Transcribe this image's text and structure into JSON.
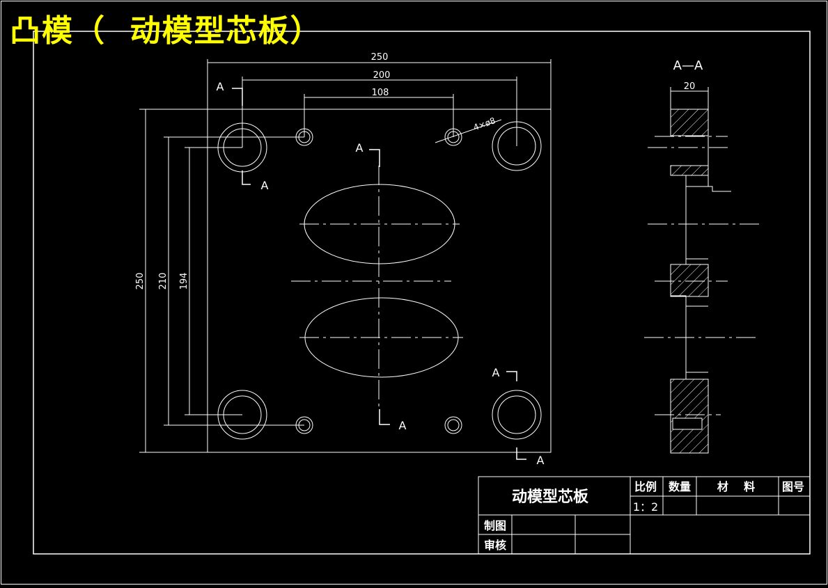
{
  "header": {
    "title": "凸模（  动模型芯板）"
  },
  "front_view": {
    "dim_total_width": "250",
    "dim_bolt_spacing": "200",
    "dim_pin_spacing": "108",
    "dim_total_height": "250",
    "dim_bolt_vertical": "210",
    "dim_pin_vertical": "194",
    "hole_callout": "4×ø8",
    "section_letter": "A"
  },
  "section_view": {
    "title": "A—A",
    "dim_thickness": "20"
  },
  "title_block": {
    "part_name": "动模型芯板",
    "scale_label": "比例",
    "scale_value": "1：2",
    "quantity_label": "数量",
    "material_label": "材    料",
    "drawing_no_label": "图号",
    "drawn_by_label": "制图",
    "checked_by_label": "审核"
  },
  "colors": {
    "background": "#000000",
    "line": "#ffffff",
    "title": "#ffff00"
  }
}
